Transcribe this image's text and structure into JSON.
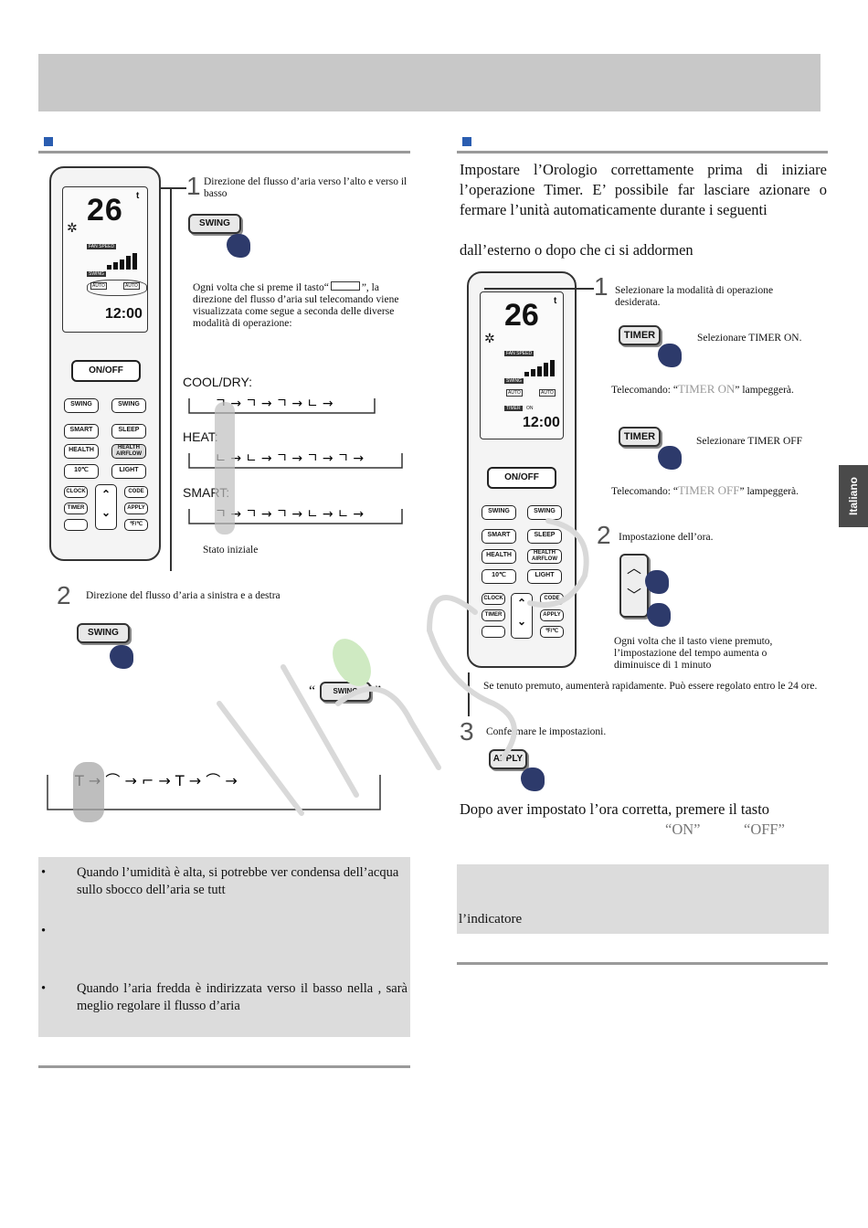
{
  "side_tab": "Italiano",
  "left": {
    "step1_num": "1",
    "step1_text": "Direzione del flusso d’aria verso l’alto e verso il basso",
    "swing_btn": "SWING",
    "step1_desc_a": "Ogni volta che si preme il tasto“",
    "step1_desc_b": "”, la direzione del flusso d’aria sul telecomando viene visualizzata come segue a seconda delle diverse modalità di operazione:",
    "modes": [
      "COOL/DRY:",
      "HEAT:",
      "SMART:"
    ],
    "initial_state": "Stato iniziale",
    "step2_num": "2",
    "step2_text": "Direzione del flusso d’aria a sinistra e a destra",
    "quote_open": "“",
    "quote_close": "”",
    "notes": [
      "Quando l’umidità è alta, si potrebbe ver condensa dell’acqua sullo sbocco dell’aria se tutt",
      "",
      "Quando l’aria fredda è indirizzata verso il basso nella , sarà meglio regolare il flusso d’aria"
    ],
    "bullet": "•"
  },
  "right": {
    "intro": "Impostare l’Orologio correttamente prima di iniziare l’operazione Timer. E’ possibile far lasciare azionare o fermare l’unità automaticamente durante i seguenti",
    "intro2": "dall’esterno o dopo che ci si addormen",
    "step1_num": "1",
    "step1_text": "Selezionare la modalità di operazione desiderata.",
    "timer_btn": "TIMER",
    "sel_on": "Selezionare TIMER ON.",
    "tele_on_a": "Telecomando: “",
    "tele_on_b": "TIMER ON",
    "tele_on_c": "” lampeggerà.",
    "sel_off": "Selezionare TIMER OFF",
    "tele_off_a": "Telecomando: “",
    "tele_off_b": "TIMER OFF",
    "tele_off_c": "” lampeggerà.",
    "step2_num": "2",
    "step2_text": "Impostazione dell’ora.",
    "step2_desc": "Ogni volta che il tasto viene premuto, l’impostazione del tempo aumenta o diminuisce di 1 minuto",
    "hold_text": "Se tenuto premuto, aumenterà rapidamente. Può essere regolato entro le 24 ore.",
    "step3_num": "3",
    "step3_text": "Confermare le impostazioni.",
    "apply_btn": "APPLY",
    "after_a": "Dopo aver impostato l’ora corretta, premere il tasto",
    "after_on": "“ON”",
    "after_off": "“OFF”",
    "indicator": "l’indicatore"
  },
  "remote": {
    "temp": "26",
    "unit": "t",
    "fan_speed": "FAN SPEED",
    "swing": "SWING",
    "auto": "AUTO",
    "timer": "TIMER",
    "on": "ON",
    "time": "12:00",
    "onoff": "ON/OFF",
    "swing_label": "SWING",
    "smart": "SMART",
    "sleep": "SLEEP",
    "health": "HEALTH",
    "health2": "HEALTH AIRFLOW",
    "tenc": "10℃",
    "light": "LIGHT",
    "clock": "CLOCK",
    "code": "CODE",
    "timer_k": "TIMER",
    "apply": "APPLY",
    "unit_k": "℉/℃"
  }
}
